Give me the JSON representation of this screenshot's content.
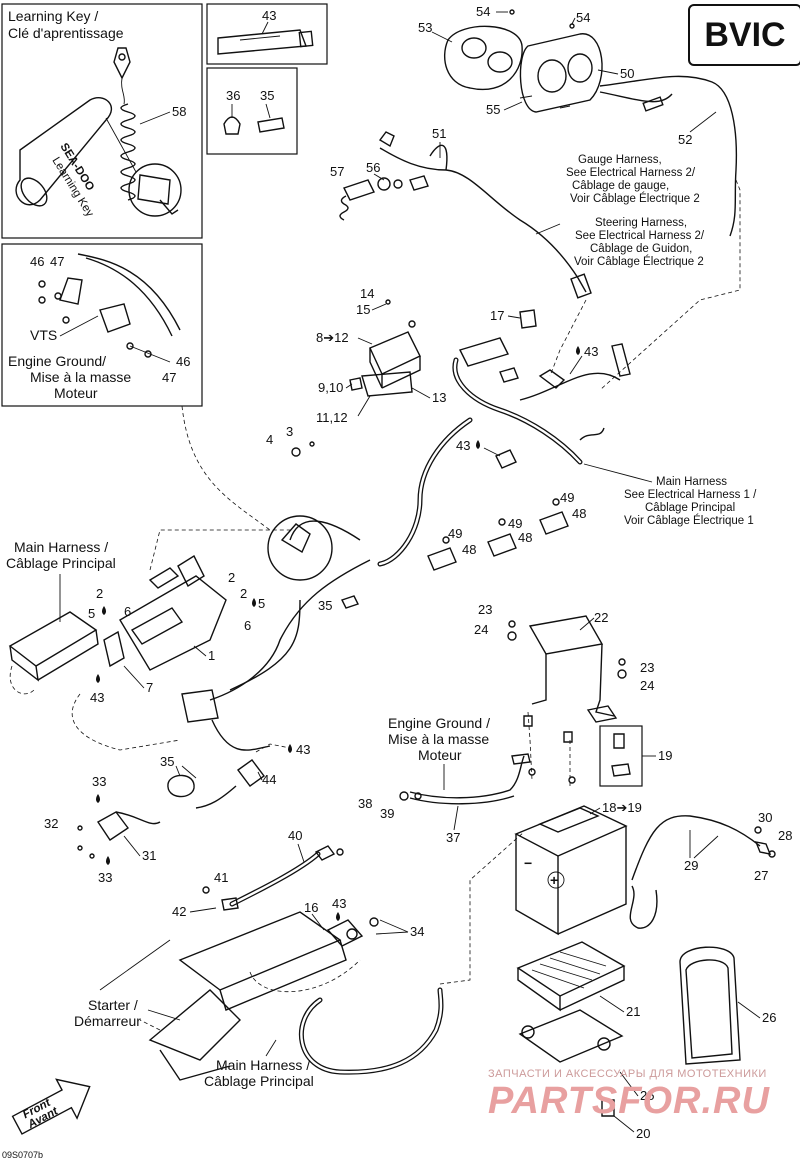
{
  "badge": "BVIC",
  "drawing_code": "09S0707b",
  "watermark": {
    "top": "ЗАПЧАСТИ И АКСЕССУАРЫ ДЛЯ МОТОТЕХНИКИ",
    "brand": "PARTSFOR.RU"
  },
  "captions": {
    "learning_key_1": "Learning Key /",
    "learning_key_2": "Clé d'aprentissage",
    "vts": "VTS",
    "eg_box_1": "Engine Ground/",
    "eg_box_2": "Mise à la masse",
    "eg_box_3": "Moteur",
    "gauge_1": "Gauge Harness,",
    "gauge_2": "See Electrical Harness 2/",
    "gauge_3": "Câblage de gauge,",
    "gauge_4": "Voir Câblage Électrique 2",
    "steer_1": "Steering Harness,",
    "steer_2": "See Electrical Harness 2/",
    "steer_3": "Câblage de Guidon,",
    "steer_4": "Voir Câblage Électrique 2",
    "main_1": "Main Harness",
    "main_2": "See Electrical Harness 1 /",
    "main_3": "Câblage Principal",
    "main_4": "Voir Câblage Électrique 1",
    "mh_left_1": "Main Harness /",
    "mh_left_2": "Câblage Principal",
    "eg_mid_1": "Engine Ground /",
    "eg_mid_2": "Mise à la masse",
    "eg_mid_3": "Moteur",
    "starter_1": "Starter /",
    "starter_2": "Démarreur",
    "mh_bottom_1": "Main Harness /",
    "mh_bottom_2": "Câblage Principal",
    "front_1": "Front",
    "front_2": "Avant",
    "key_brand": "SEA-DOO",
    "key_text": "Learning Key"
  },
  "callouts": {
    "c43a": "43",
    "c36": "36",
    "c35a": "35",
    "c58": "58",
    "c46a": "46",
    "c47a": "47",
    "c46b": "46",
    "c47b": "47",
    "c53": "53",
    "c54a": "54",
    "c54b": "54",
    "c50": "50",
    "c55": "55",
    "c52": "52",
    "c51": "51",
    "c57": "57",
    "c56": "56",
    "c14": "14",
    "c15": "15",
    "c8_12": "8➔12",
    "c17": "17",
    "c43b": "43",
    "c9_10": "9,10",
    "c13": "13",
    "c11_12": "11,12",
    "c4": "4",
    "c3": "3",
    "c43c": "43",
    "c49a": "49",
    "c48a": "48",
    "c49b": "49",
    "c48b": "48",
    "c49c": "49",
    "c48c": "48",
    "c2a": "2",
    "c5a": "5",
    "c6a": "6",
    "c2b": "2",
    "c2c": "2",
    "c5b": "5",
    "c6b": "6",
    "c1": "1",
    "c7": "7",
    "c43d": "43",
    "c35b": "35",
    "c23a": "23",
    "c22": "22",
    "c24a": "24",
    "c23b": "23",
    "c24b": "24",
    "c35c": "35",
    "c43e": "43",
    "c44": "44",
    "c33a": "33",
    "c32": "32",
    "c31": "31",
    "c33b": "33",
    "c38": "38",
    "c39": "39",
    "c37": "37",
    "c18_19": "18➔19",
    "c19": "19",
    "c30": "30",
    "c28": "28",
    "c29": "29",
    "c27": "27",
    "c40": "40",
    "c41": "41",
    "c42": "42",
    "c16": "16",
    "c43f": "43",
    "c34": "34",
    "c21": "21",
    "c26": "26",
    "c25": "25",
    "c20": "20"
  }
}
